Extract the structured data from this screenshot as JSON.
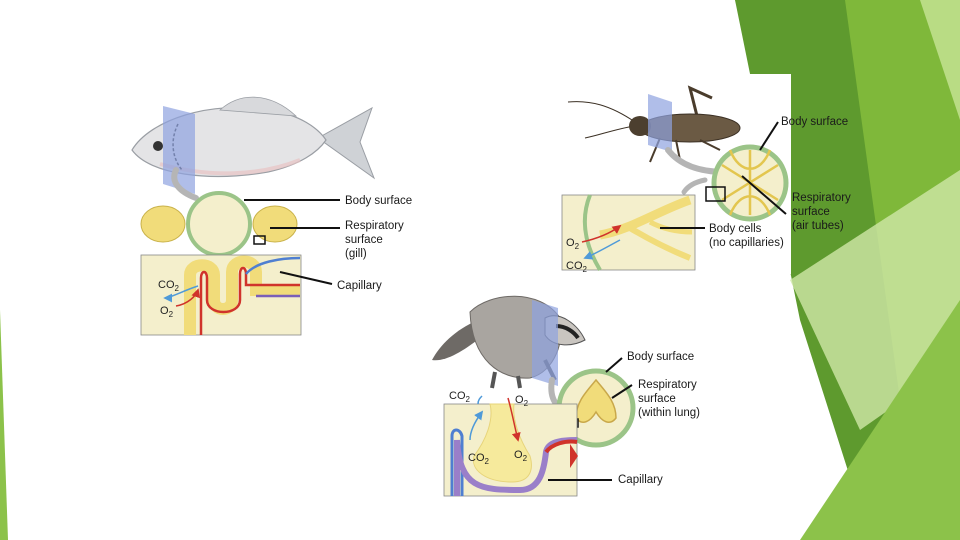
{
  "colors": {
    "slide_green_dark": "#5e9a2e",
    "slide_green_mid": "#7fb83a",
    "slide_green_light": "#a9d26b",
    "plane_blue": "#8ea3e0",
    "blood_red": "#d0332b",
    "blood_blue": "#4f7fd1",
    "cell_yellow": "#f1dc7a",
    "tissue_cream": "#f4efcc",
    "membrane_green": "#9bc488"
  },
  "fish": {
    "body_surface": "Body surface",
    "respiratory_line1": "Respiratory",
    "respiratory_line2": "surface",
    "respiratory_line3": "(gill)",
    "capillary": "Capillary",
    "co2": "CO",
    "co2_sub": "2",
    "o2": "O",
    "o2_sub": "2"
  },
  "insect": {
    "body_surface": "Body surface",
    "respiratory_line1": "Respiratory",
    "respiratory_line2": "surface",
    "respiratory_line3": "(air tubes)",
    "body_cells_line1": "Body cells",
    "body_cells_line2": "(no capillaries)",
    "o2": "O",
    "o2_sub": "2",
    "co2": "CO",
    "co2_sub": "2"
  },
  "mammal": {
    "body_surface": "Body surface",
    "respiratory_line1": "Respiratory",
    "respiratory_line2": "surface",
    "respiratory_line3": "(within lung)",
    "capillary": "Capillary",
    "co2_top": "CO",
    "co2_top_sub": "2",
    "o2_top": "O",
    "o2_top_sub": "2",
    "co2_inner": "CO",
    "co2_inner_sub": "2",
    "o2_inner": "O",
    "o2_inner_sub": "2"
  }
}
